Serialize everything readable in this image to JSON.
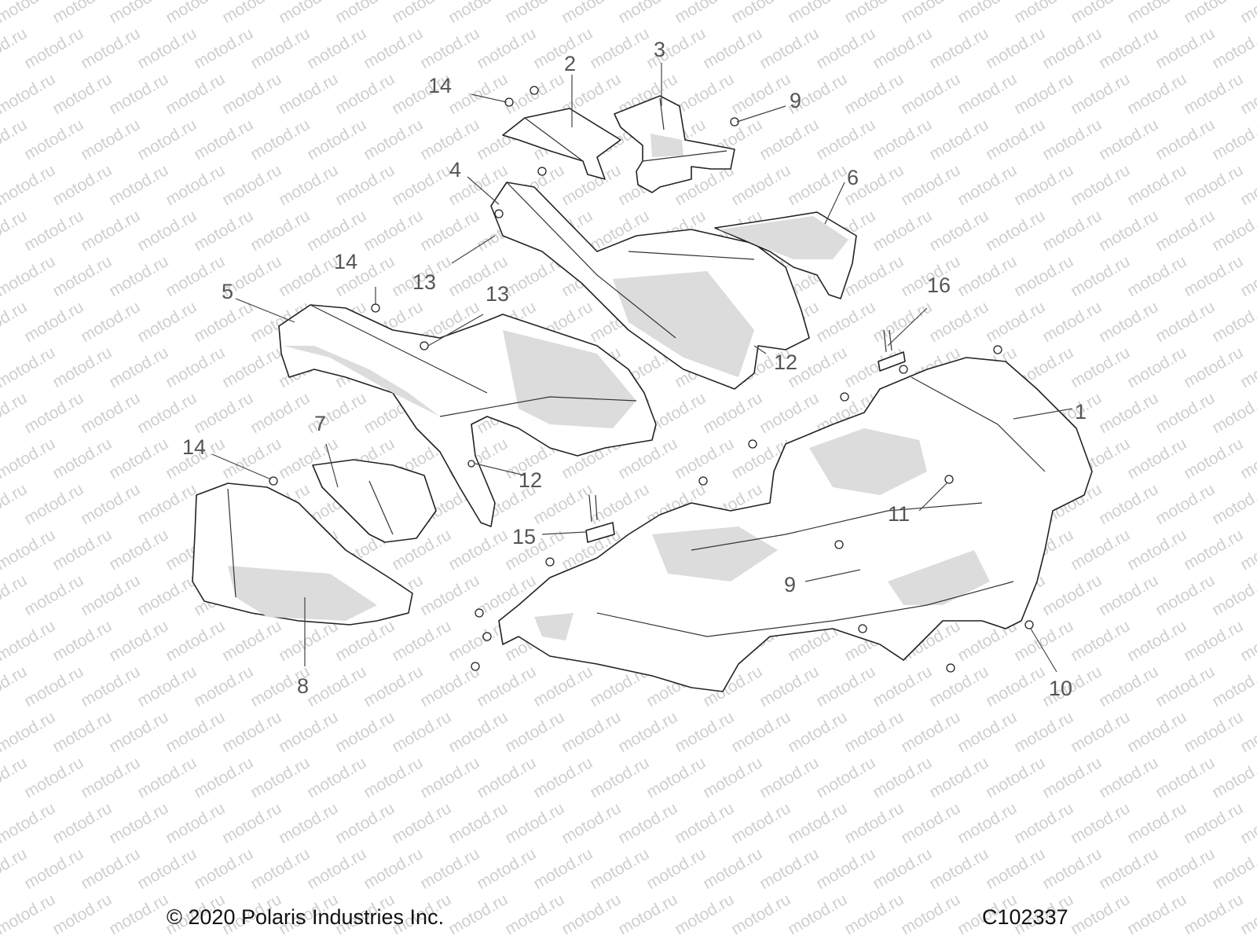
{
  "watermark": "motod.ru",
  "footer": {
    "copyright": "© 2020 Polaris Industries Inc.",
    "diagram_code": "C102337"
  },
  "callouts": [
    "1",
    "2",
    "3",
    "4",
    "5",
    "6",
    "7",
    "8",
    "9",
    "9",
    "10",
    "11",
    "12",
    "12",
    "13",
    "13",
    "14",
    "14",
    "14",
    "15",
    "16"
  ]
}
